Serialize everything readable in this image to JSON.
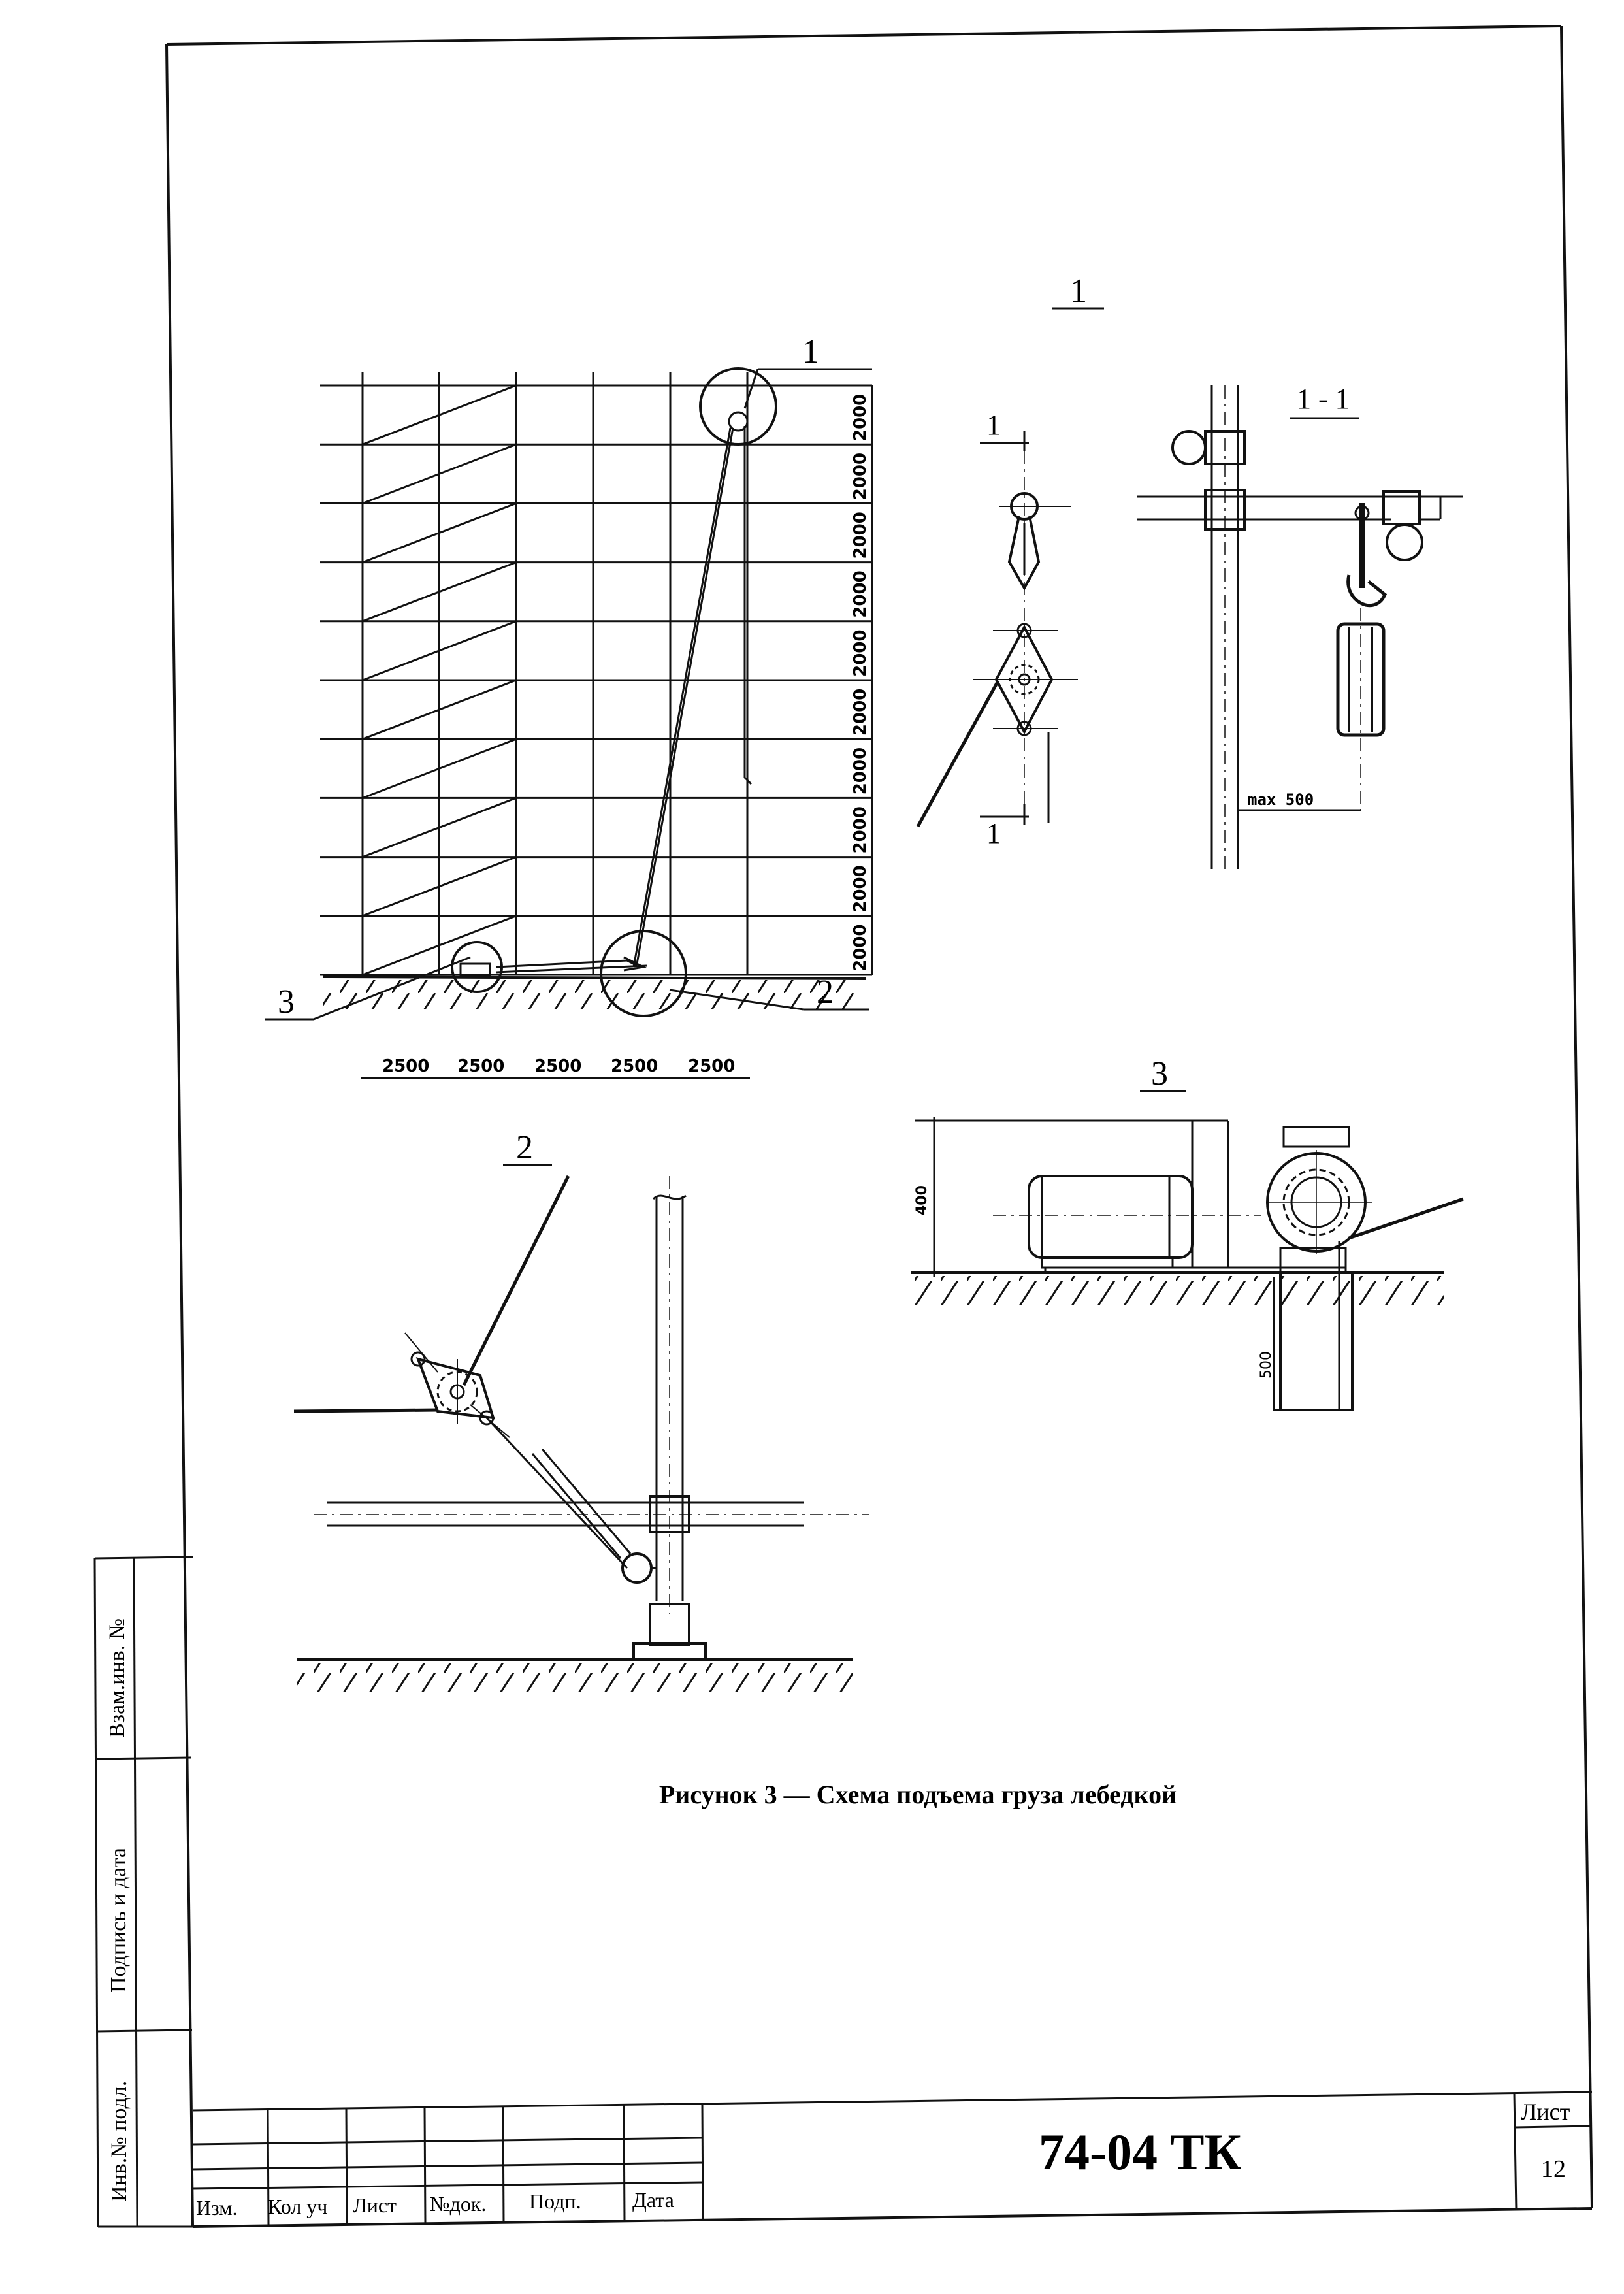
{
  "drawing": {
    "main_callouts": {
      "c1": "1",
      "c2": "2",
      "c3": "3"
    },
    "height_dims": [
      "2000",
      "2000",
      "2000",
      "2000",
      "2000",
      "2000",
      "2000",
      "2000",
      "2000",
      "2000"
    ],
    "width_dims": [
      "2500",
      "2500",
      "2500",
      "2500",
      "2500"
    ]
  },
  "details": {
    "d1_title": "1",
    "section_mark": "1",
    "section_mark_bottom": "1",
    "s11_title": "1 - 1",
    "max_label": "max 500",
    "d3_title": "3",
    "d3_dim_height": "400",
    "d3_dim_pit": "500",
    "d2_title": "2"
  },
  "caption": "Рисунок 3 — Схема подъема груза лебедкой",
  "side_stamp": {
    "inv_replace": "Взам.инв. №",
    "sign_date": "Подпись и дата",
    "inv_orig": "Инв.№ подл."
  },
  "title_block": {
    "col_headers": [
      "Изм.",
      "Кол уч",
      "Лист",
      "№док.",
      "Подп.",
      "Дата"
    ],
    "doc_code": "74-04 ТК",
    "sheet_label": "Лист",
    "sheet_number": "12"
  }
}
